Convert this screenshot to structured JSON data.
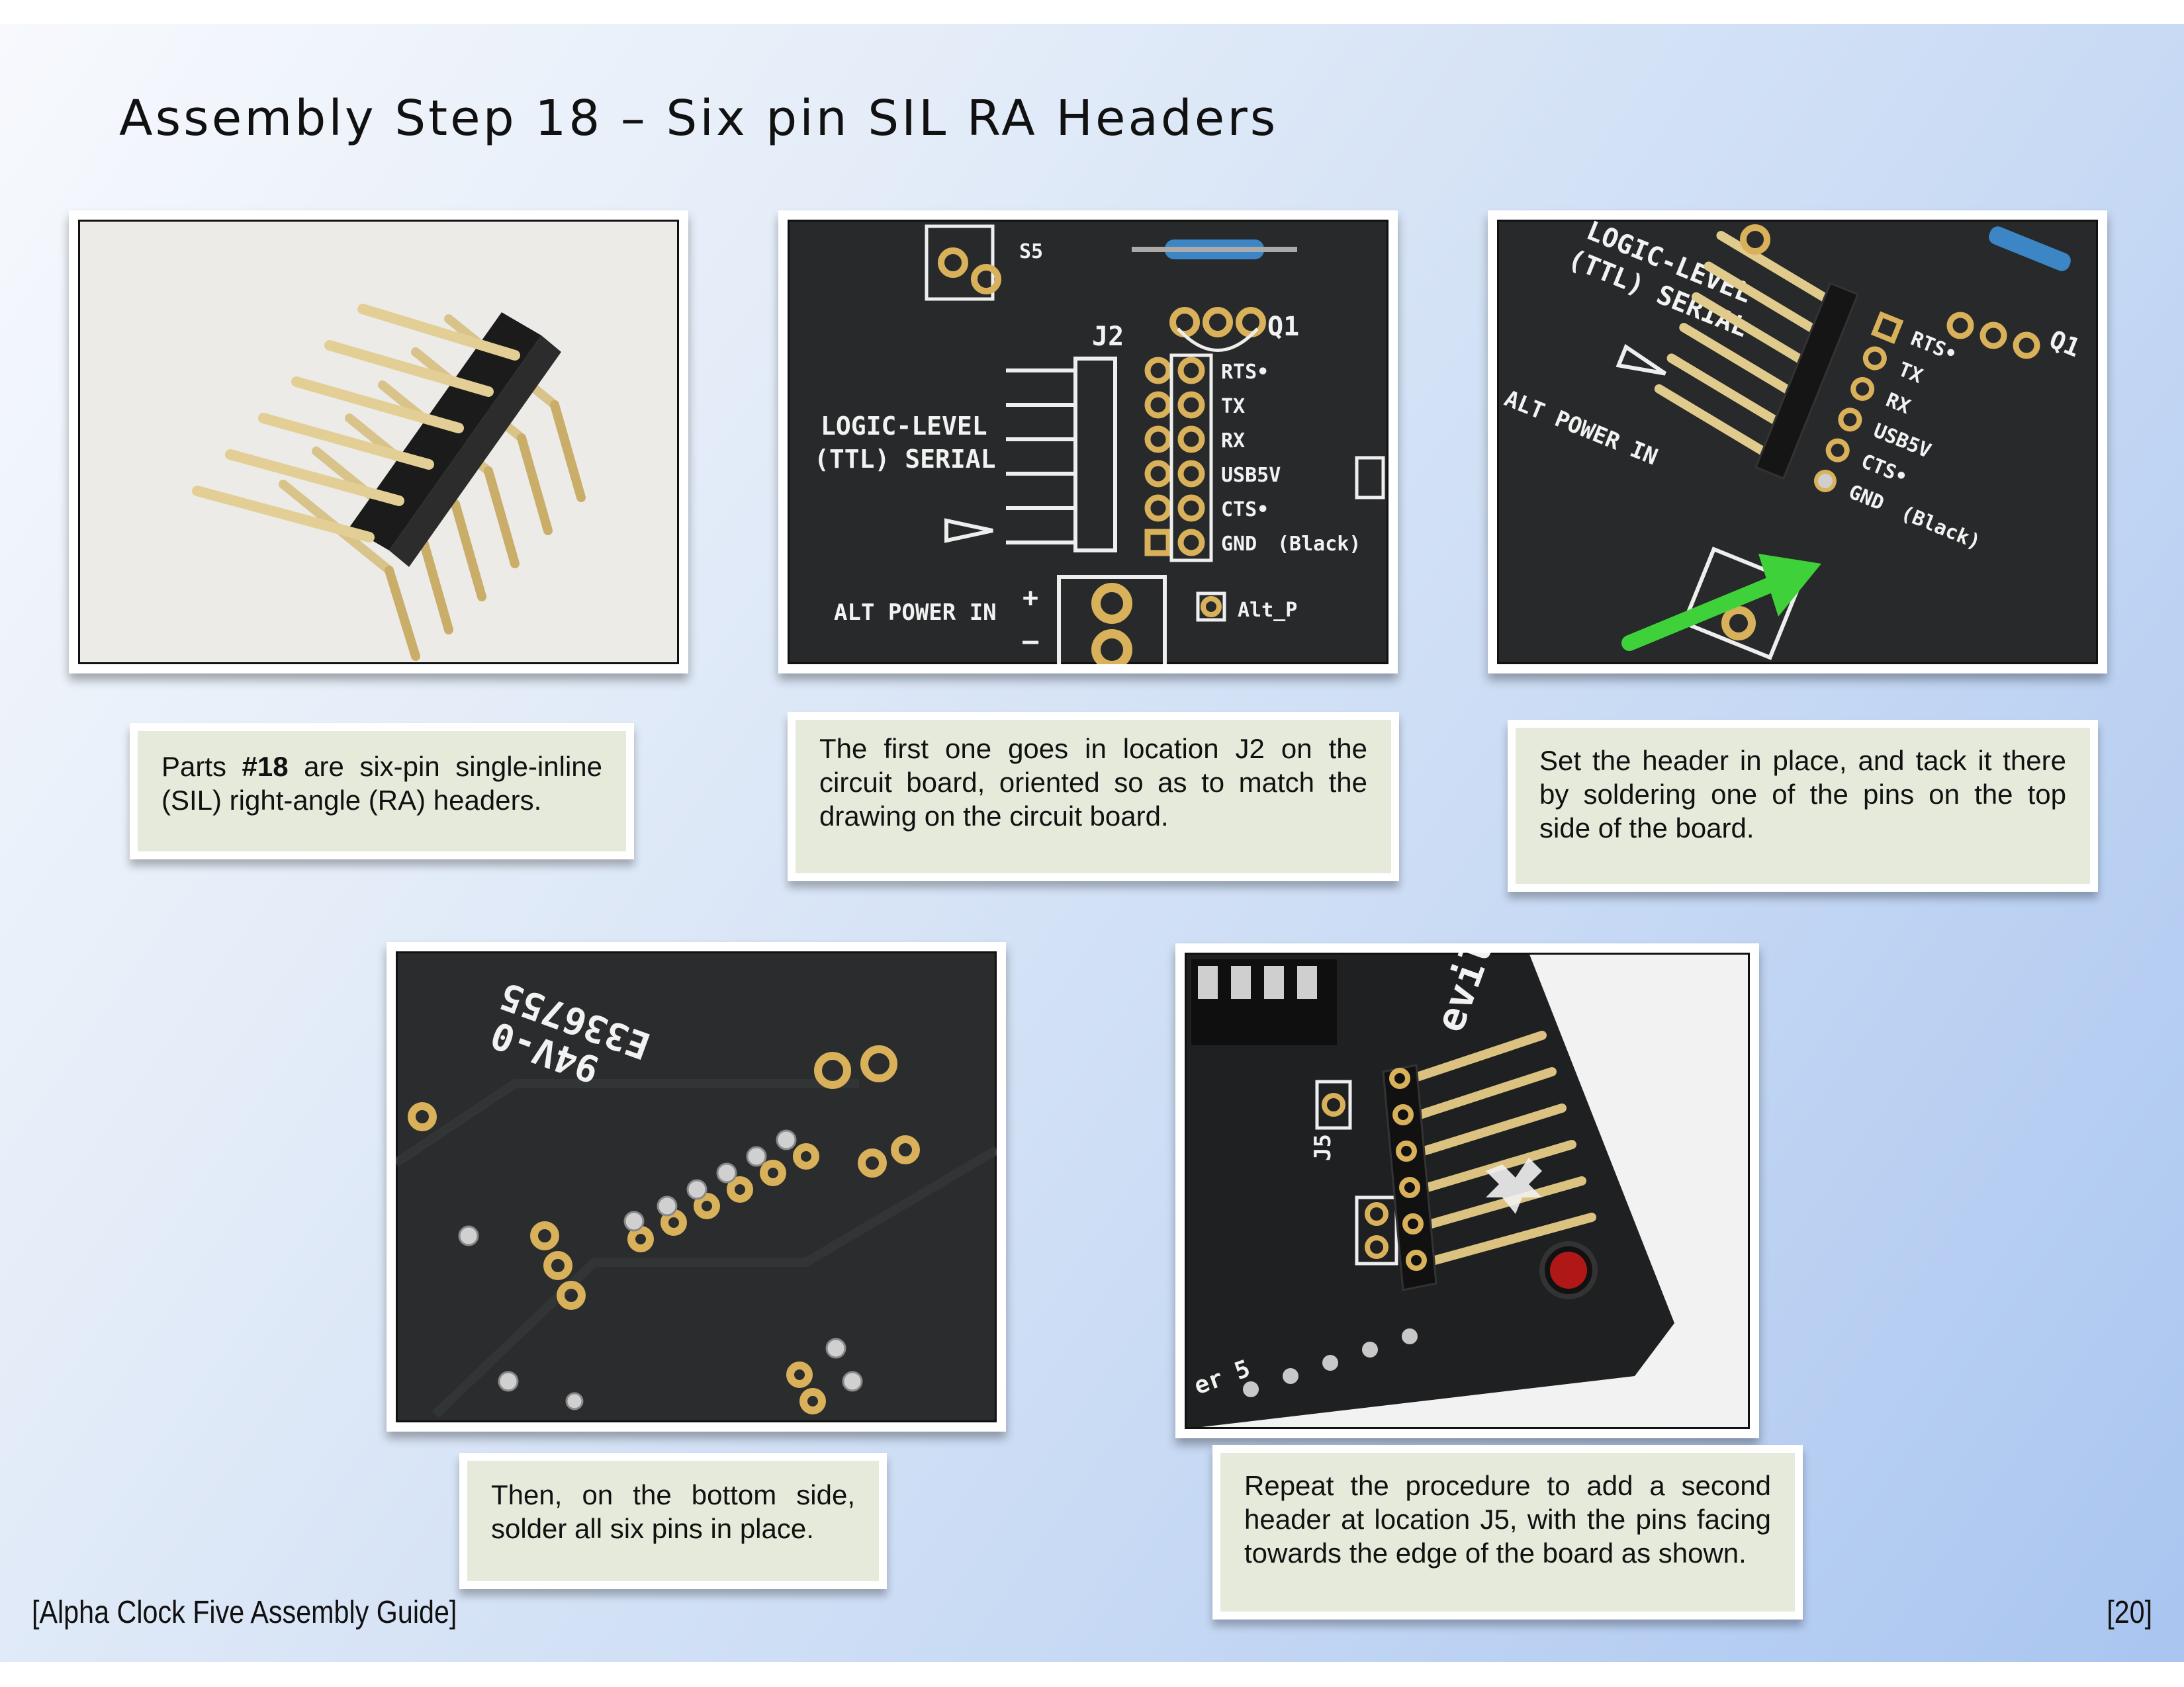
{
  "title": "Assembly Step 18 – Six pin SIL RA Headers",
  "captions": {
    "c1_pre": "Parts ",
    "c1_bold": "#18",
    "c1_post": " are six-pin single-inline (SIL) right-angle (RA) headers.",
    "c2": "The first one goes in location J2 on the circuit board, oriented so as to match the drawing on the circuit board.",
    "c3": "Set the header in place, and tack it there by soldering one of the pins on the top side of the board.",
    "c4": "Then, on the bottom side, solder all six pins in place.",
    "c5": "Repeat the procedure to add a second header at location J5, with the pins facing towards the edge of the board as shown."
  },
  "silkscreen": {
    "logic_level": "LOGIC-LEVEL",
    "ttl_serial": "(TTL) SERIAL",
    "j2": "J2",
    "q1": "Q1",
    "s5": "S5",
    "pins": [
      "RTS•",
      "TX",
      "RX",
      "USB5V",
      "CTS•",
      "GND"
    ],
    "black": "(Black)",
    "alt_power_in": "ALT POWER IN",
    "alt_p": "Alt_P",
    "j5": "J5",
    "evilm": "evilm",
    "er5": "er 5",
    "part_no": "E336755",
    "part_rev": "94V-0"
  },
  "footer": {
    "guide": "[Alpha Clock Five Assembly Guide]",
    "page": "[20]"
  },
  "colors": {
    "pcb": "#27292a",
    "gold": "#d9b15a",
    "arrow": "#3fd13a",
    "caption_bg": "#e6eadb"
  }
}
